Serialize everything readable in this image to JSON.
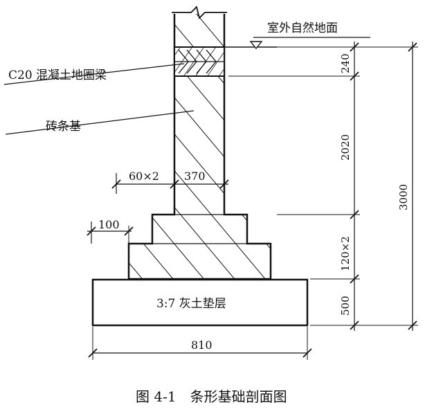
{
  "labels": {
    "ground": "室外自然地面",
    "ring_beam": "C20 混凝土地圈梁",
    "brick_base": "砖条基",
    "cushion": "3:7 灰土垫层"
  },
  "dimensions": {
    "offset": "60×2",
    "wall_width": "370",
    "step_width": "100",
    "bottom_width": "810",
    "h_beam": "240",
    "h_wall": "2020",
    "h_steps": "120×2",
    "h_cushion": "500",
    "h_total": "3000"
  },
  "caption": "图 4-1　条形基础剖面图"
}
